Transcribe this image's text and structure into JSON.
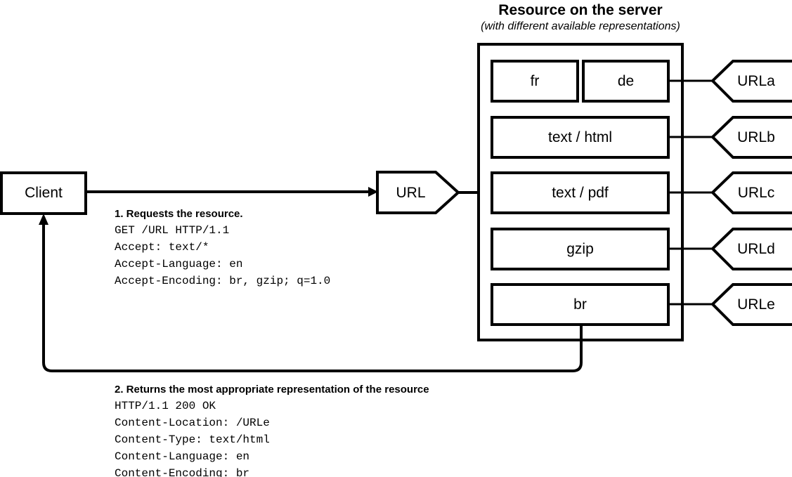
{
  "diagram": {
    "title": "Resource on the server",
    "subtitle": "(with different available representations)",
    "client_label": "Client",
    "url_node_label": "URL",
    "representations": [
      {
        "label": "fr"
      },
      {
        "label": "de"
      },
      {
        "label": "text / html"
      },
      {
        "label": "text / pdf"
      },
      {
        "label": "gzip"
      },
      {
        "label": "br"
      }
    ],
    "url_variants": [
      {
        "label": "URLa"
      },
      {
        "label": "URLb"
      },
      {
        "label": "URLc"
      },
      {
        "label": "URLd"
      },
      {
        "label": "URLe"
      }
    ],
    "step_request": {
      "heading": "1. Requests the resource.",
      "lines": [
        "GET /URL HTTP/1.1",
        "Accept: text/*",
        "Accept-Language: en",
        "Accept-Encoding: br, gzip; q=1.0"
      ]
    },
    "step_response": {
      "heading": "2. Returns the most appropriate representation of the resource",
      "lines": [
        "HTTP/1.1 200 OK",
        "Content-Location: /URLe",
        "Content-Type: text/html",
        "Content-Language: en",
        "Content-Encoding: br"
      ]
    },
    "colors": {
      "stroke": "#000000",
      "fill": "#ffffff",
      "text": "#000000"
    }
  }
}
